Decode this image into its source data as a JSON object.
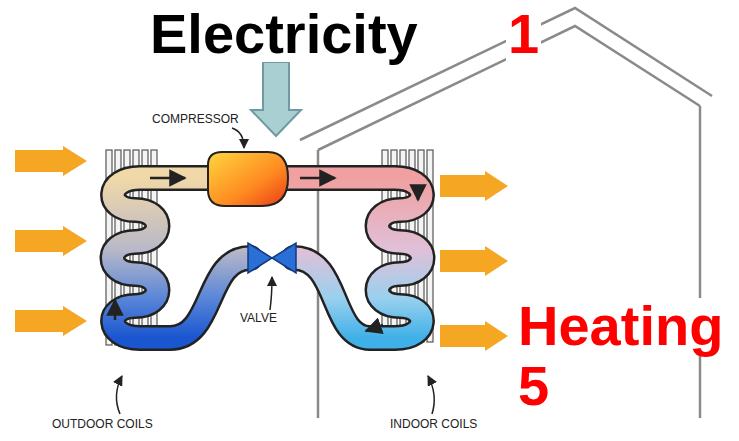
{
  "diagram": {
    "labels": [
      "Electricity",
      "1",
      "COMPRESSOR",
      "VALVE",
      "OUTDOOR COILS",
      "INDOOR COILS",
      "Heating",
      "5"
    ]
  }
}
